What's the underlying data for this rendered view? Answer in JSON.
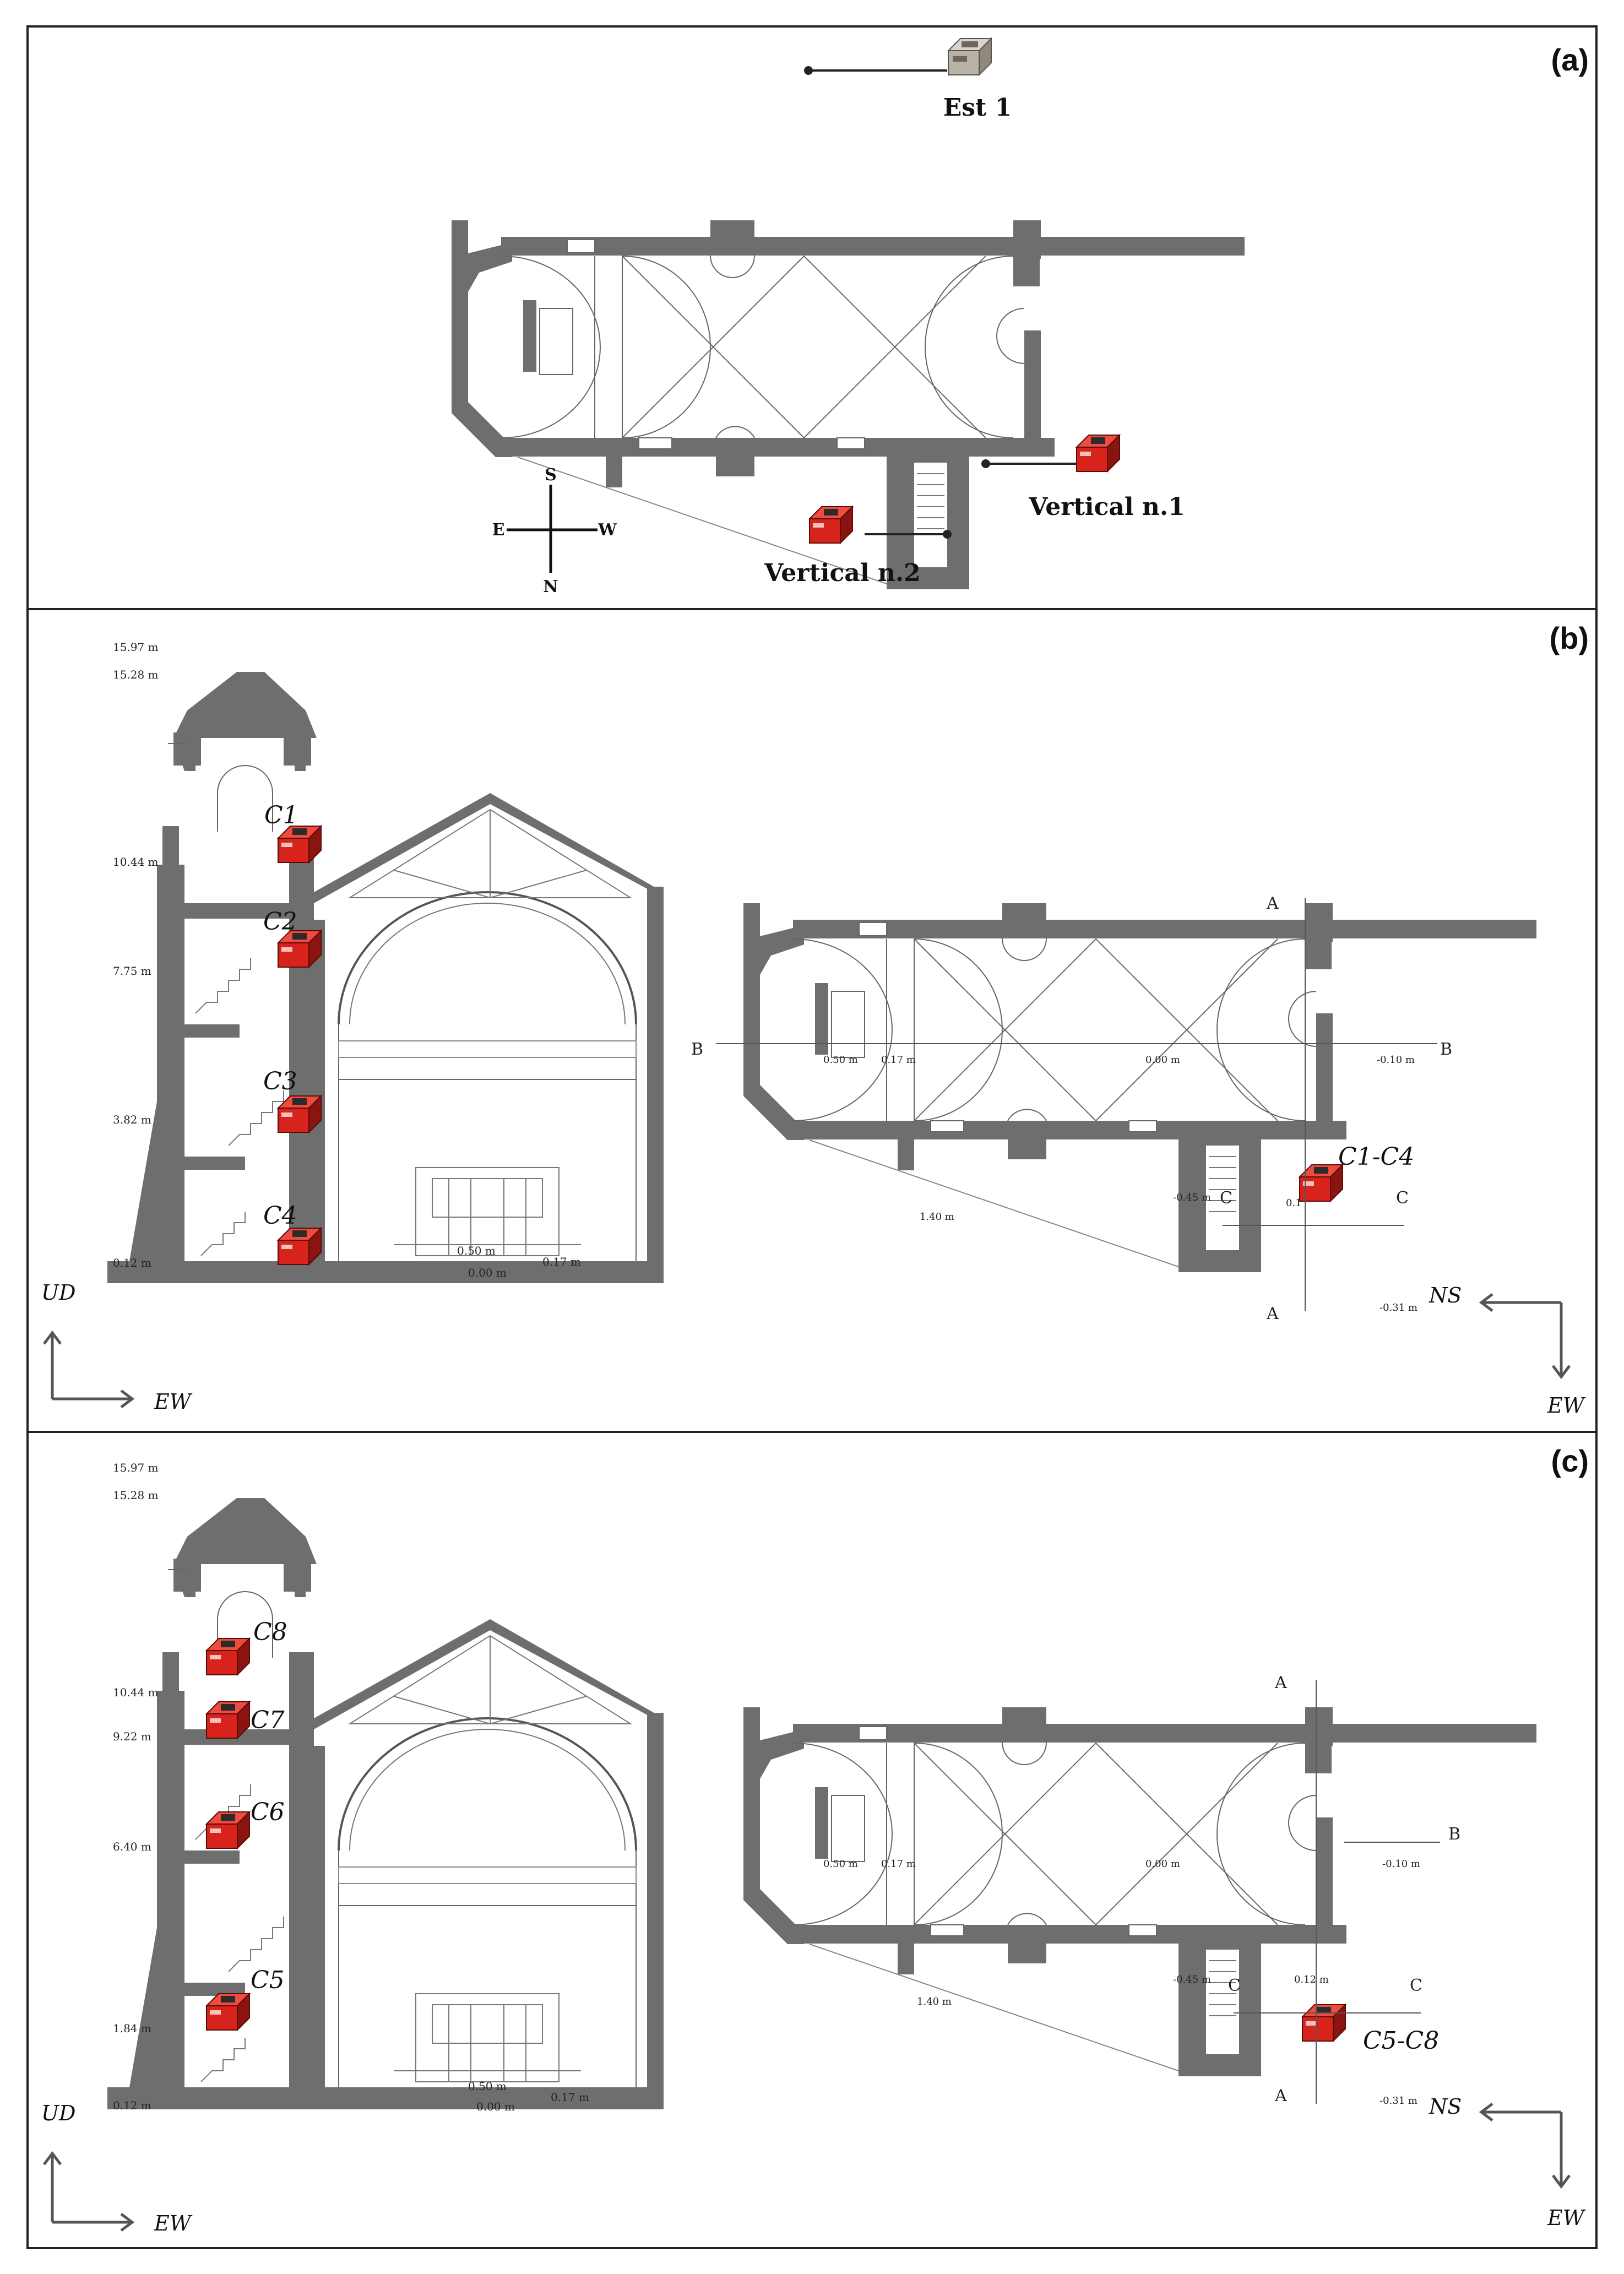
{
  "panels": {
    "a": {
      "label": "(a)",
      "external_station": "Est 1",
      "vertical_1": "Vertical n.1",
      "vertical_2": "Vertical n.2",
      "compass": {
        "south": "S",
        "north": "N",
        "east": "E",
        "west": "W"
      }
    },
    "b": {
      "label": "(b)",
      "elevations": [
        "15.97 m",
        "15.28 m",
        "10.44 m",
        "7.75 m",
        "3.82 m",
        "0.12 m"
      ],
      "sensors": [
        "C1",
        "C2",
        "C3",
        "C4"
      ],
      "plan_sensor_group": "C1-C4",
      "section_floor_levels": [
        "0.50 m",
        "0.00 m",
        "0.17 m"
      ],
      "plan_levels": [
        "0.50 m",
        "0.17 m",
        "0.00 m",
        "-0.10 m",
        "-0.45 m",
        "1.40 m",
        "-0.31 m",
        "0.1"
      ],
      "section_markers": {
        "a": "A",
        "b": "B",
        "c": "C"
      },
      "axes": {
        "vertical": "UD",
        "east_west": "EW",
        "north_south": "NS"
      }
    },
    "c": {
      "label": "(c)",
      "elevations": [
        "15.97 m",
        "15.28 m",
        "10.44 m",
        "9.22 m",
        "6.40 m",
        "1.84 m",
        "0.12 m"
      ],
      "sensors": [
        "C8",
        "C7",
        "C6",
        "C5"
      ],
      "plan_sensor_group": "C5-C8",
      "section_floor_levels": [
        "0.50 m",
        "0.00 m",
        "0.17 m"
      ],
      "plan_levels": [
        "0.50 m",
        "0.17 m",
        "0.00 m",
        "-0.10 m",
        "-0.45 m",
        "0.12 m",
        "1.40 m",
        "-0.31 m"
      ],
      "section_markers": {
        "a": "A",
        "b": "B",
        "c": "C"
      },
      "axes": {
        "vertical": "UD",
        "east_west": "EW",
        "north_south": "NS"
      }
    }
  },
  "colors": {
    "wall": "#6e6e6e",
    "sensor_red": "#d8231c",
    "sensor_dark": "#7a0d0a",
    "external_sensor": "#b9b3a5",
    "frame": "#222222"
  },
  "icons": {
    "vertical_sensor": "red-seismometer-icon",
    "external_sensor": "grey-seismometer-icon",
    "axes": "arrow-axes-icon"
  }
}
